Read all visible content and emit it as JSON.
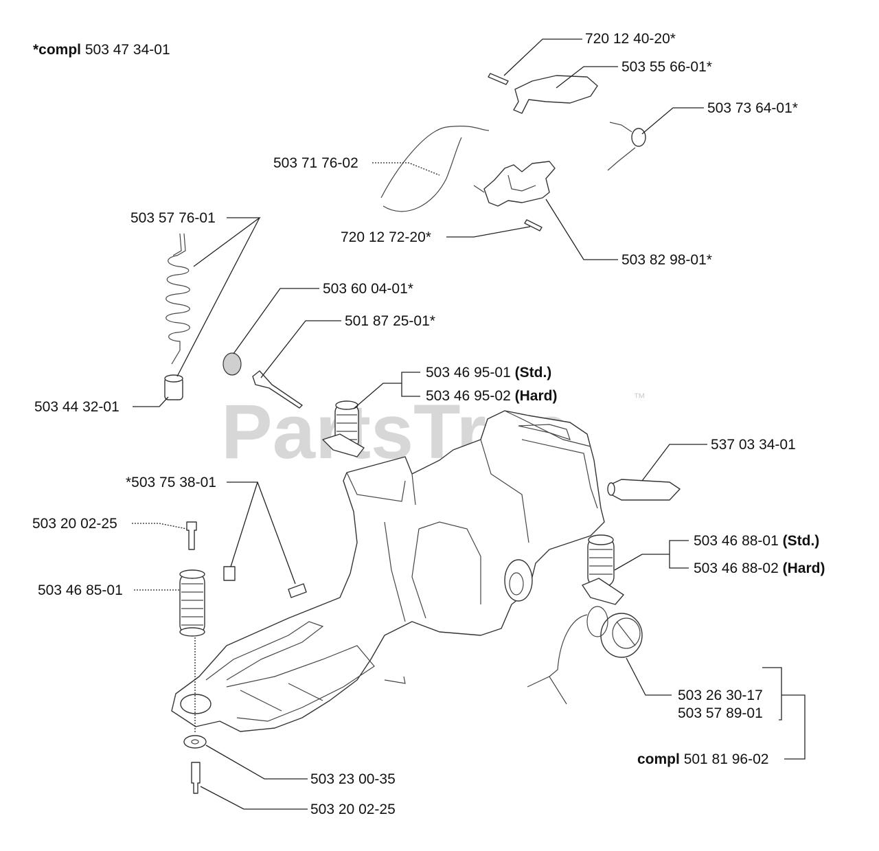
{
  "watermark": {
    "text": "PartsTree",
    "trademark": "™"
  },
  "header": {
    "prefix": "*compl",
    "number": "503 47 34-01"
  },
  "callouts": {
    "c1": "720 12 40-20*",
    "c2": "503 55 66-01*",
    "c3": "503 73 64-01*",
    "c4": "503 71 76-02",
    "c5": "720 12 72-20*",
    "c6": "503 82 98-01*",
    "c7": "503 57 76-01",
    "c8": "503 60 04-01*",
    "c9": "501 87 25-01*",
    "c10": {
      "number": "503 46 95-01",
      "suffix": "(Std.)"
    },
    "c11": {
      "number": "503 46 95-02",
      "suffix": "(Hard)"
    },
    "c12": "503 44 32-01",
    "c13": "537 03 34-01",
    "c14": "*503 75 38-01",
    "c15": "503 20 02-25",
    "c16": {
      "number": "503 46 88-01",
      "suffix": "(Std.)"
    },
    "c17": {
      "number": "503 46 88-02",
      "suffix": "(Hard)"
    },
    "c18": "503 46 85-01",
    "c19": "503 26 30-17",
    "c20": "503 57 89-01",
    "c21": {
      "prefix": "compl",
      "number": "501 81 96-02"
    },
    "c22": "503 23 00-35",
    "c23": "503 20 02-25"
  }
}
